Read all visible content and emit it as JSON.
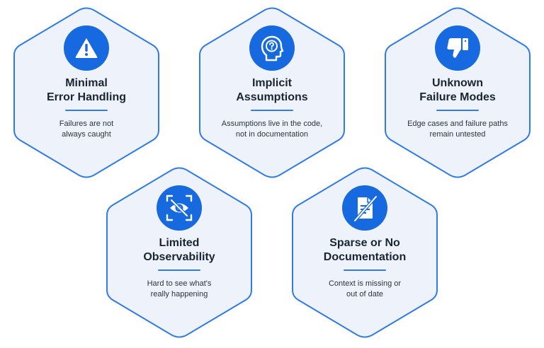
{
  "cards": [
    {
      "title_line1": "Minimal",
      "title_line2": "Error Handling",
      "desc_line1": "Failures are not",
      "desc_line2": "always caught",
      "icon": "warning-triangle-icon"
    },
    {
      "title_line1": "Implicit",
      "title_line2": "Assumptions",
      "desc_line1": "Assumptions live in the code,",
      "desc_line2": "not in documentation",
      "icon": "head-question-icon"
    },
    {
      "title_line1": "Unknown",
      "title_line2": "Failure Modes",
      "desc_line1": "Edge cases and failure paths",
      "desc_line2": "remain untested",
      "icon": "thumbs-down-icon"
    },
    {
      "title_line1": "Limited",
      "title_line2": "Observability",
      "desc_line1": "Hard to see what's",
      "desc_line2": "really happening",
      "icon": "eye-slash-icon"
    },
    {
      "title_line1": "Sparse or No",
      "title_line2": "Documentation",
      "desc_line1": "Context is missing or",
      "desc_line2": "out of date",
      "icon": "document-slash-icon"
    }
  ],
  "colors": {
    "hex_fill": "#eef3fb",
    "hex_border": "#2f7be8",
    "icon_circle": "#1769e0",
    "title_text": "#1b2432",
    "body_text": "#2b3340"
  }
}
